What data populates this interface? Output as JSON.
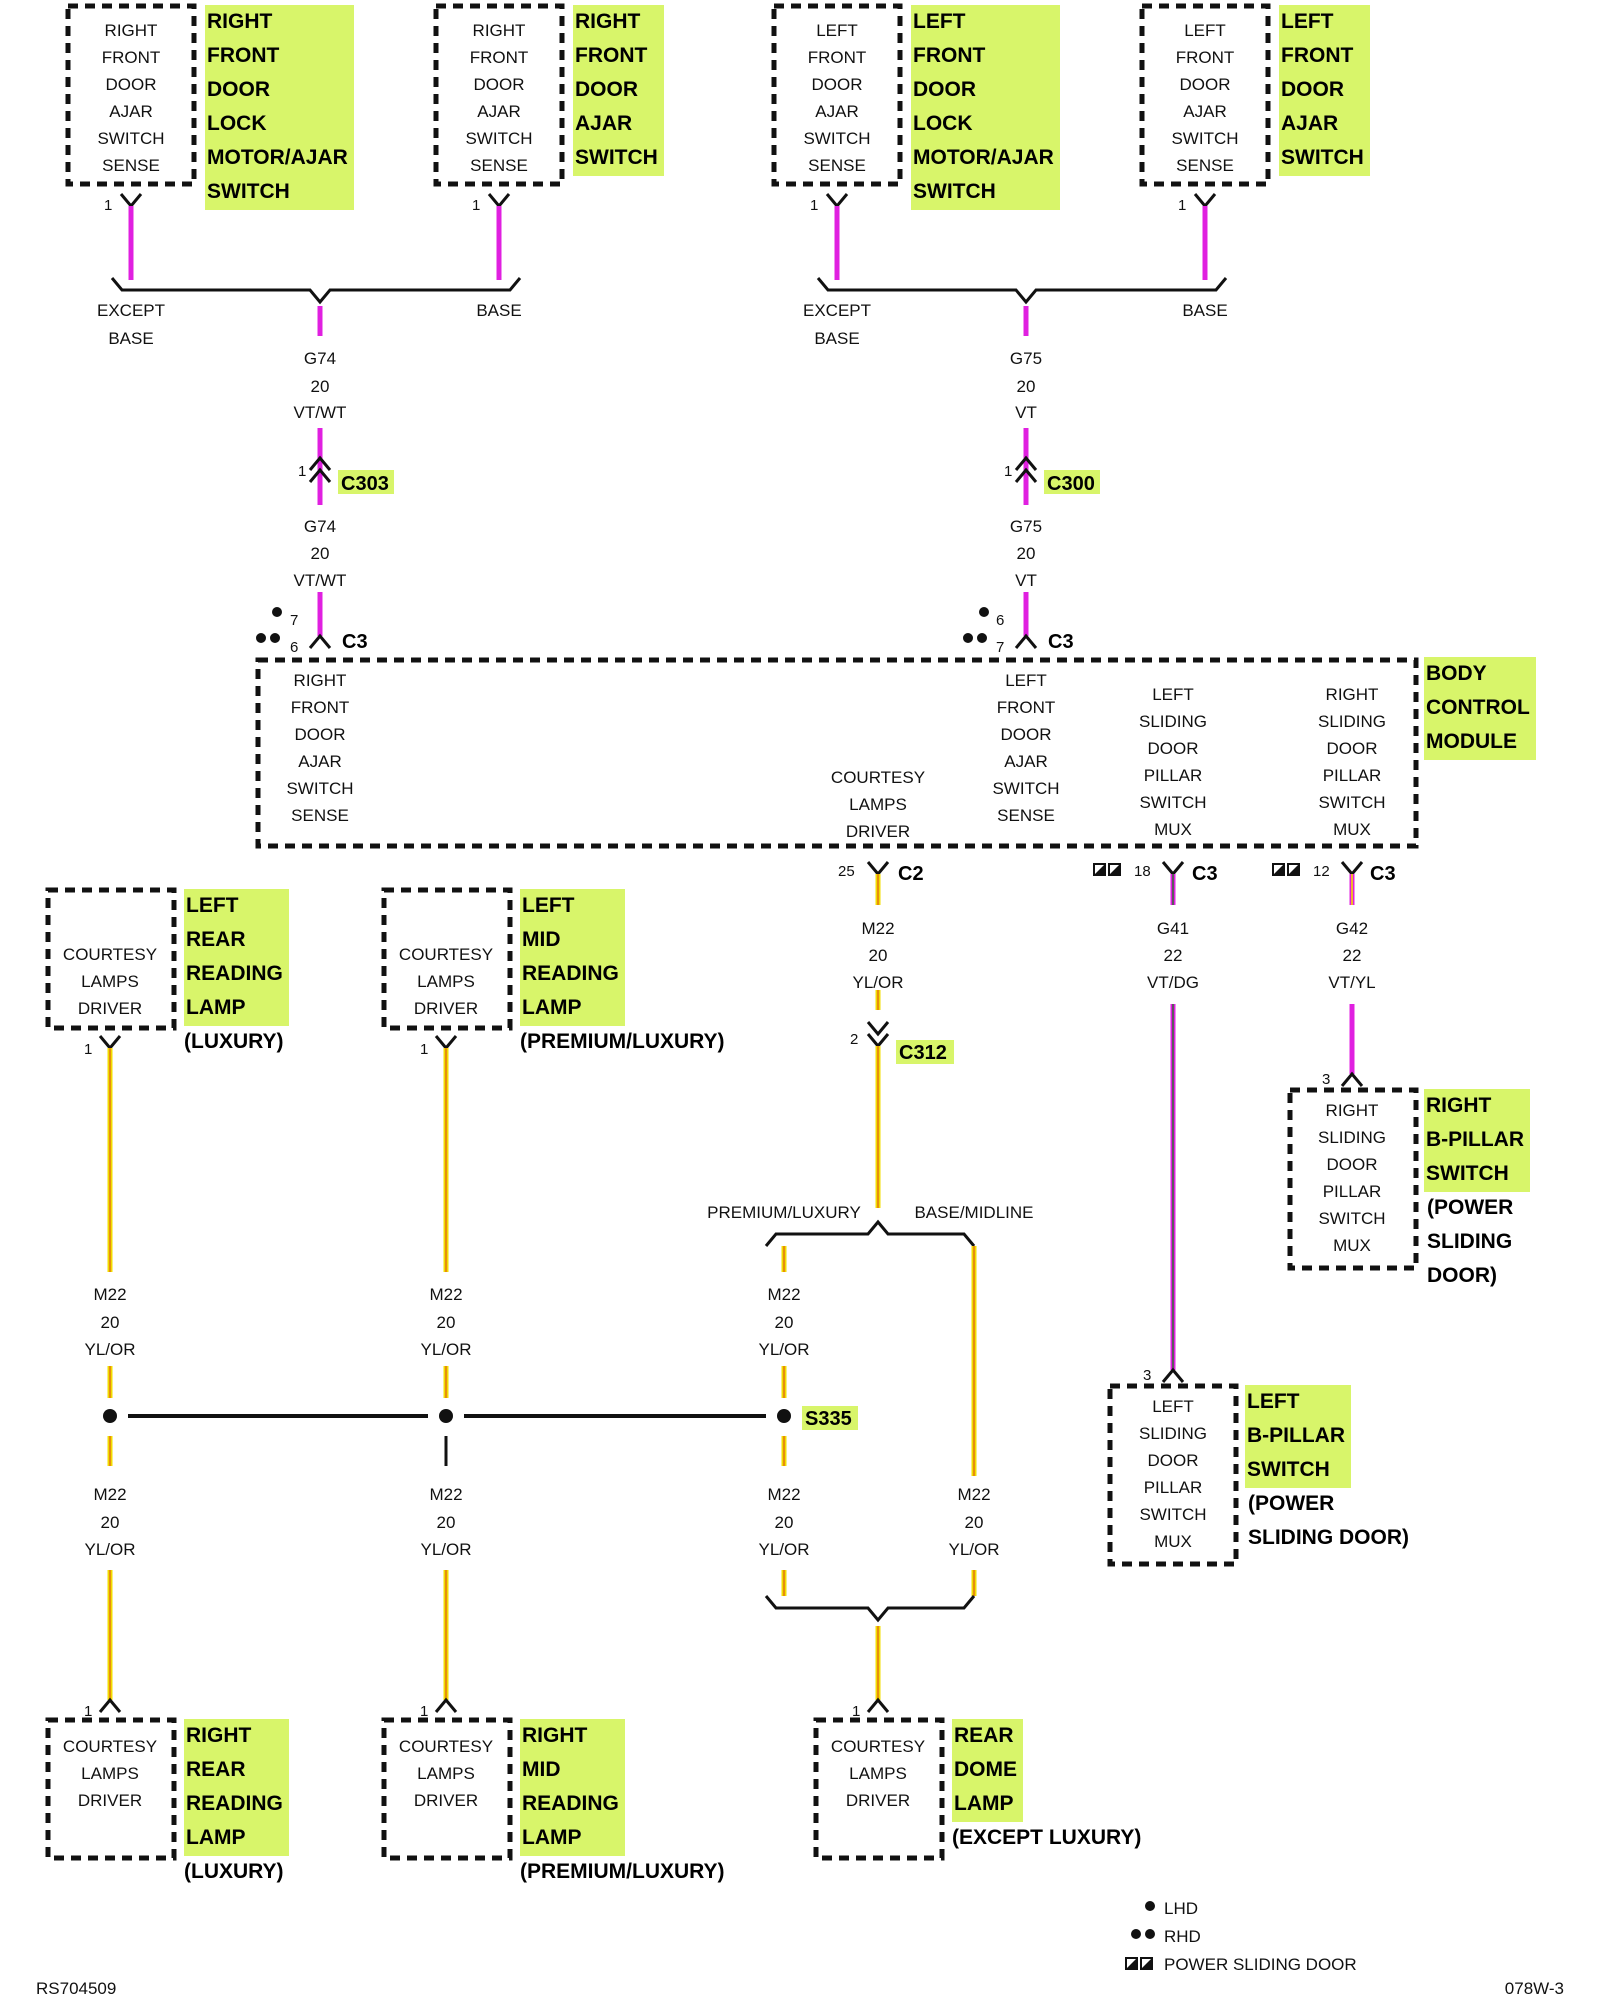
{
  "colors": {
    "violet_wire": "#e020e0",
    "yellow_wire": "#f2dc00",
    "orange_tracer": "#e07010",
    "dark_green_tracer": "#3a6b3a",
    "title_highlight": "#d8f56a",
    "line": "#111111"
  },
  "components": {
    "rf_except": {
      "text": [
        "RIGHT",
        "FRONT",
        "DOOR",
        "AJAR",
        "SWITCH",
        "SENSE"
      ],
      "title": [
        "RIGHT",
        "FRONT",
        "DOOR",
        "LOCK",
        "MOTOR/AJAR",
        "SWITCH"
      ],
      "pin": "1"
    },
    "rf_base": {
      "text": [
        "RIGHT",
        "FRONT",
        "DOOR",
        "AJAR",
        "SWITCH",
        "SENSE"
      ],
      "title": [
        "RIGHT",
        "FRONT",
        "DOOR",
        "AJAR",
        "SWITCH"
      ],
      "pin": "1"
    },
    "lf_except": {
      "text": [
        "LEFT",
        "FRONT",
        "DOOR",
        "AJAR",
        "SWITCH",
        "SENSE"
      ],
      "title": [
        "LEFT",
        "FRONT",
        "DOOR",
        "LOCK",
        "MOTOR/AJAR",
        "SWITCH"
      ],
      "pin": "1"
    },
    "lf_base": {
      "text": [
        "LEFT",
        "FRONT",
        "DOOR",
        "AJAR",
        "SWITCH",
        "SENSE"
      ],
      "title": [
        "LEFT",
        "FRONT",
        "DOOR",
        "AJAR",
        "SWITCH"
      ],
      "pin": "1"
    },
    "bcm": {
      "title": [
        "BODY",
        "CONTROL",
        "MODULE"
      ],
      "sections": {
        "rf_sense": [
          "RIGHT",
          "FRONT",
          "DOOR",
          "AJAR",
          "SWITCH",
          "SENSE"
        ],
        "courtesy": [
          "COURTESY",
          "LAMPS",
          "DRIVER"
        ],
        "lf_sense": [
          "LEFT",
          "FRONT",
          "DOOR",
          "AJAR",
          "SWITCH",
          "SENSE"
        ],
        "ls_mux": [
          "LEFT",
          "SLIDING",
          "DOOR",
          "PILLAR",
          "SWITCH",
          "MUX"
        ],
        "rs_mux": [
          "RIGHT",
          "SLIDING",
          "DOOR",
          "PILLAR",
          "SWITCH",
          "MUX"
        ]
      }
    },
    "lr_reading": {
      "text": [
        "COURTESY",
        "LAMPS",
        "DRIVER"
      ],
      "title": [
        "LEFT",
        "REAR",
        "READING",
        "LAMP"
      ],
      "option": "(LUXURY)",
      "pin": "1"
    },
    "lm_reading": {
      "text": [
        "COURTESY",
        "LAMPS",
        "DRIVER"
      ],
      "title": [
        "LEFT",
        "MID",
        "READING",
        "LAMP"
      ],
      "option": "(PREMIUM/LUXURY)",
      "pin": "1"
    },
    "rs_bpillar": {
      "text": [
        "RIGHT",
        "SLIDING",
        "DOOR",
        "PILLAR",
        "SWITCH",
        "MUX"
      ],
      "title": [
        "RIGHT",
        "B-PILLAR",
        "SWITCH"
      ],
      "option": [
        "(POWER",
        "SLIDING",
        "DOOR)"
      ],
      "pin": "3"
    },
    "ls_bpillar": {
      "text": [
        "LEFT",
        "SLIDING",
        "DOOR",
        "PILLAR",
        "SWITCH",
        "MUX"
      ],
      "title": [
        "LEFT",
        "B-PILLAR",
        "SWITCH"
      ],
      "option": [
        "(POWER",
        "SLIDING DOOR)"
      ],
      "pin": "3"
    },
    "rr_reading": {
      "text": [
        "COURTESY",
        "LAMPS",
        "DRIVER"
      ],
      "title": [
        "RIGHT",
        "REAR",
        "READING",
        "LAMP"
      ],
      "option": "(LUXURY)",
      "pin": "1"
    },
    "rm_reading": {
      "text": [
        "COURTESY",
        "LAMPS",
        "DRIVER"
      ],
      "title": [
        "RIGHT",
        "MID",
        "READING",
        "LAMP"
      ],
      "option": "(PREMIUM/LUXURY)",
      "pin": "1"
    },
    "rear_dome": {
      "text": [
        "COURTESY",
        "LAMPS",
        "DRIVER"
      ],
      "title": [
        "REAR",
        "DOME",
        "LAMP"
      ],
      "option": "(EXCEPT LUXURY)",
      "pin": "1"
    }
  },
  "branches": {
    "except_base": [
      "EXCEPT",
      "BASE"
    ],
    "base": "BASE",
    "premium_luxury": "PREMIUM/LUXURY",
    "base_midline": "BASE/MIDLINE"
  },
  "connectors": {
    "c303": {
      "name": "C303",
      "pin": "1"
    },
    "c300": {
      "name": "C300",
      "pin": "1"
    },
    "c3_right": {
      "name": "C3",
      "pin_lhd": "7",
      "pin_rhd": "6"
    },
    "c3_left": {
      "name": "C3",
      "pin_lhd": "6",
      "pin_rhd": "7"
    },
    "c2": {
      "name": "C2",
      "pin": "25"
    },
    "c3_g41": {
      "name": "C3",
      "pin": "18"
    },
    "c3_g42": {
      "name": "C3",
      "pin": "12"
    },
    "c312": {
      "name": "C312",
      "pin": "2"
    }
  },
  "splices": {
    "s335": "S335"
  },
  "wires": {
    "g74": [
      "G74",
      "20",
      "VT/WT"
    ],
    "g75": [
      "G75",
      "20",
      "VT"
    ],
    "m22": [
      "M22",
      "20",
      "YL/OR"
    ],
    "g41": [
      "G41",
      "22",
      "VT/DG"
    ],
    "g42": [
      "G42",
      "22",
      "VT/YL"
    ]
  },
  "legend": {
    "lhd": "LHD",
    "rhd": "RHD",
    "psd": "POWER SLIDING DOOR"
  },
  "footer": {
    "left": "RS704509",
    "right": "078W-3"
  }
}
